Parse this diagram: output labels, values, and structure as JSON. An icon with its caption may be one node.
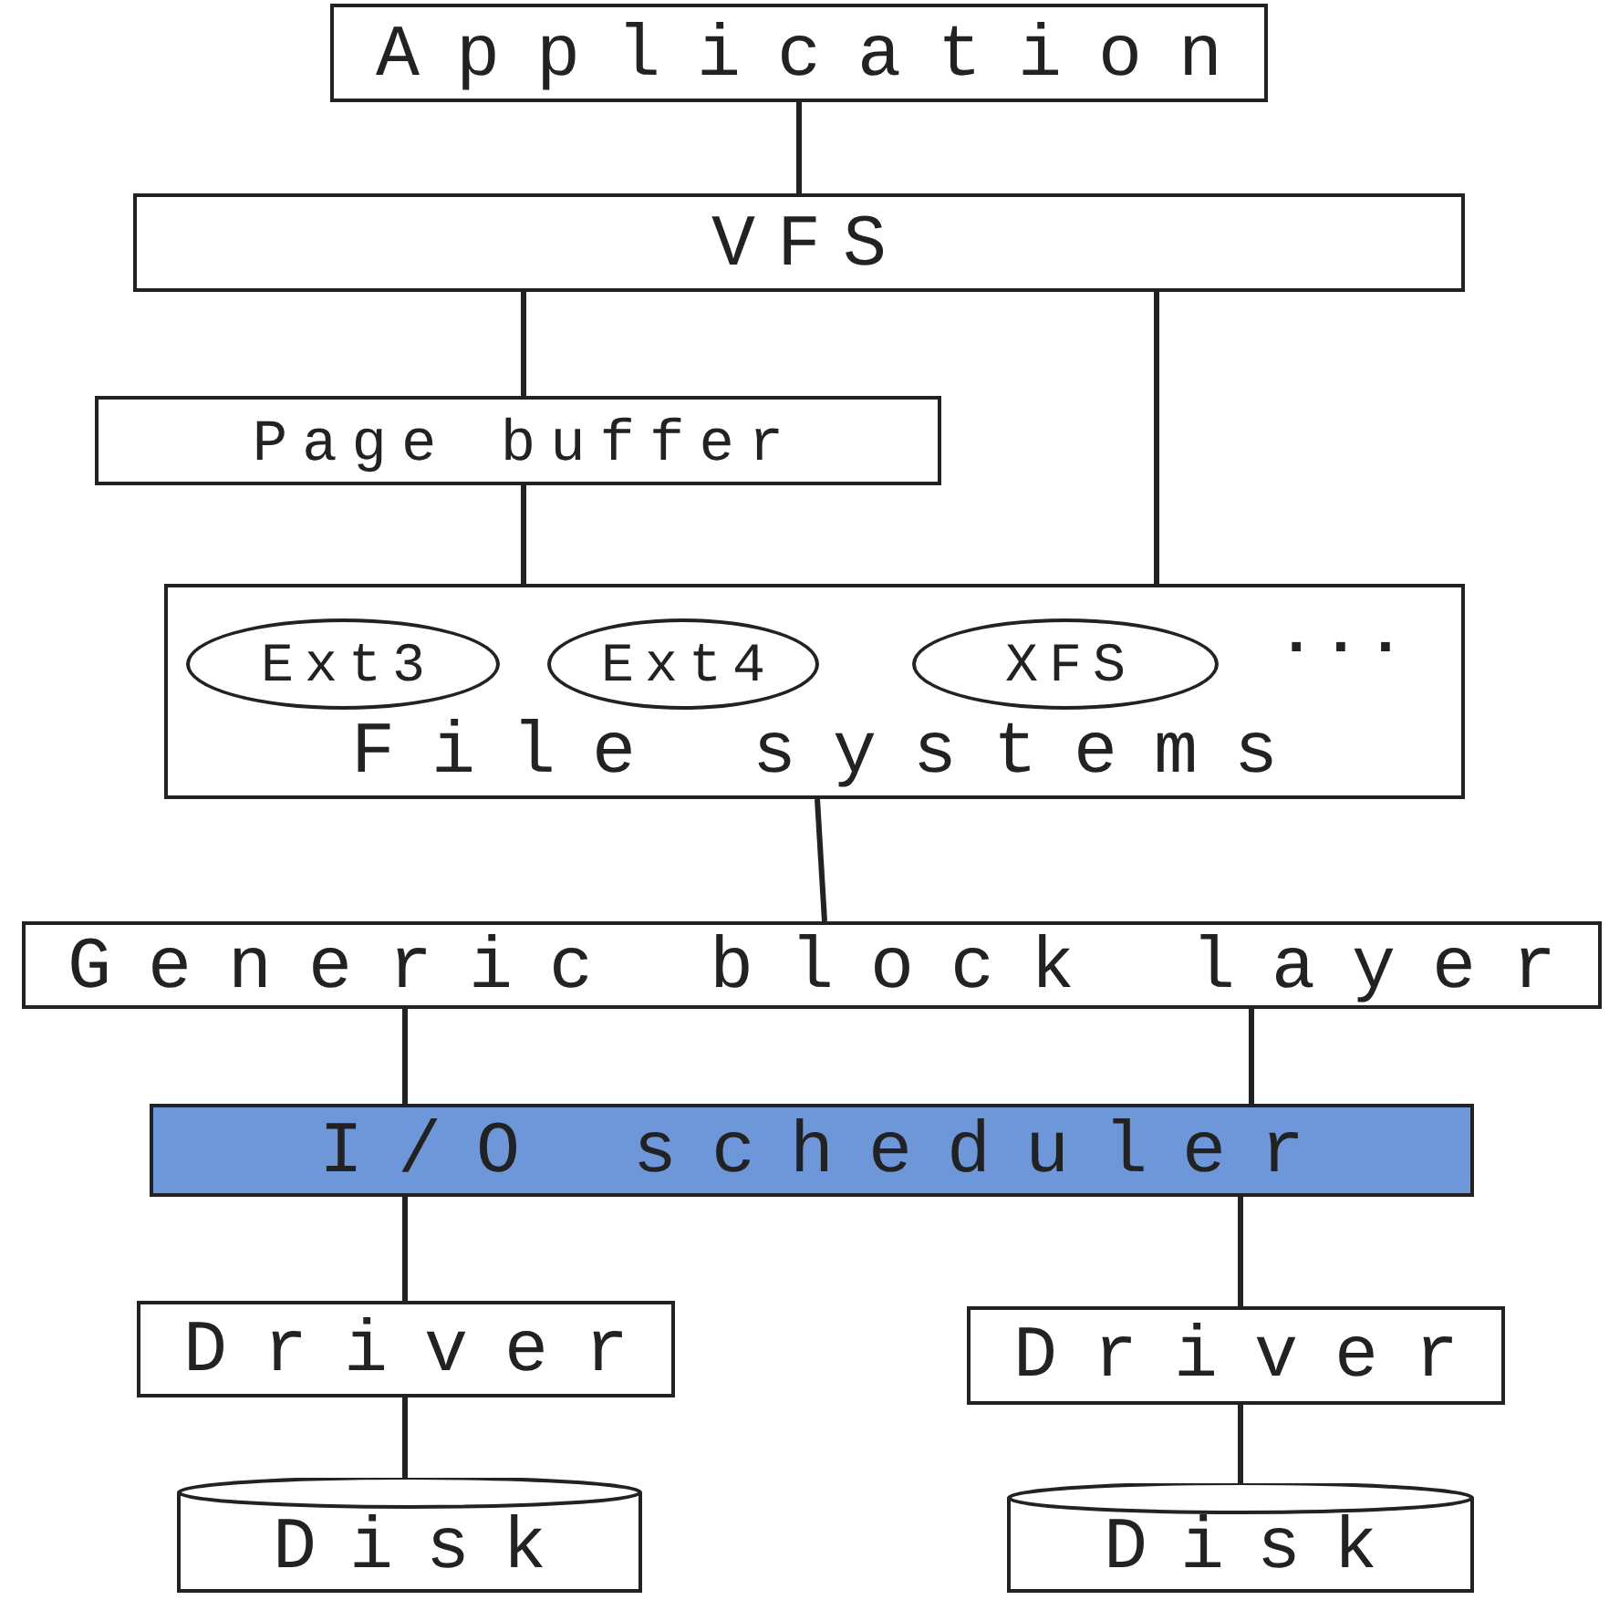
{
  "diagram": {
    "nodes": [
      {
        "text": [
          "Application"
        ]
      },
      {
        "text": [
          "VFS"
        ]
      },
      {
        "text": [
          "Page buffer"
        ]
      },
      {
        "text": [
          "...",
          "File systems"
        ]
      },
      {
        "text": [
          "Ext3"
        ],
        "in": 3
      },
      {
        "text": [
          "Ext4"
        ],
        "in": 3
      },
      {
        "text": [
          "XFS"
        ],
        "in": 3
      },
      {
        "text": [
          "Generic block layer"
        ]
      },
      {
        "text": [
          "I/O scheduler"
        ]
      },
      {
        "text": [
          "Driver"
        ]
      },
      {
        "text": [
          "Driver"
        ]
      },
      {
        "text": [
          "Disk"
        ]
      },
      {
        "text": [
          "Disk"
        ]
      }
    ],
    "edges": [
      {
        "from": 0,
        "to": 1,
        "arrow": "none"
      },
      {
        "from": 1,
        "to": 2,
        "arrow": "none"
      },
      {
        "from": 1,
        "to": 3,
        "arrow": "none"
      },
      {
        "from": 2,
        "to": 3,
        "arrow": "none"
      },
      {
        "from": 3,
        "to": 7,
        "arrow": "none"
      },
      {
        "from": 7,
        "to": 8,
        "arrow": "none"
      },
      {
        "from": 7,
        "to": 8,
        "arrow": "none"
      },
      {
        "from": 8,
        "to": 9,
        "arrow": "none"
      },
      {
        "from": 8,
        "to": 10,
        "arrow": "none"
      },
      {
        "from": 9,
        "to": 11,
        "arrow": "none"
      },
      {
        "from": 10,
        "to": 12,
        "arrow": "none"
      }
    ]
  }
}
